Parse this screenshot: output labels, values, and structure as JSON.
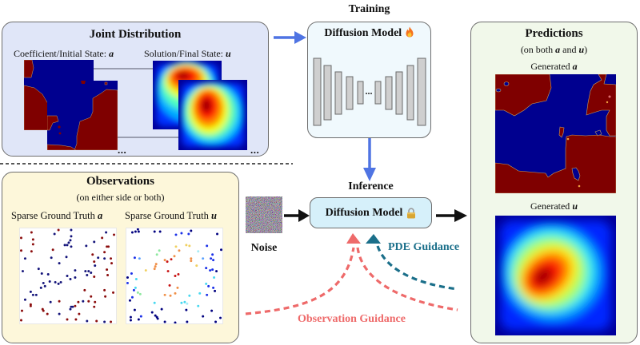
{
  "training": {
    "heading": "Training",
    "model_title": "Diffusion Model",
    "model_icon": "fire-icon",
    "unet_ellipsis": "...",
    "unet_bars": [
      [
        392,
        73,
        9,
        84
      ],
      [
        405,
        82,
        9,
        68
      ],
      [
        419,
        90,
        8,
        53
      ],
      [
        433,
        96,
        8,
        41
      ],
      [
        447,
        102,
        7,
        28
      ],
      [
        469,
        102,
        7,
        28
      ],
      [
        482,
        96,
        8,
        41
      ],
      [
        495,
        90,
        8,
        53
      ],
      [
        509,
        82,
        8,
        68
      ],
      [
        522,
        73,
        10,
        84
      ]
    ]
  },
  "joint": {
    "title": "Joint Distribution",
    "label_a_prefix": "Coefficient/Initial State: ",
    "label_a_var": "a",
    "label_u_prefix": "Solution/Final State: ",
    "label_u_var": "u",
    "ellipsis_a": "...",
    "ellipsis_u": "..."
  },
  "observations": {
    "title": "Observations",
    "subtitle": "(on either side or both)",
    "sparse_a": {
      "label_prefix": "Sparse Ground Truth ",
      "label_var": "a",
      "palette": {
        "r": "#8b0d0d",
        "b": "#14147a"
      },
      "points": [
        [
          14,
          5,
          "r"
        ],
        [
          48,
          2,
          "r"
        ],
        [
          64,
          2,
          "b"
        ],
        [
          1,
          12,
          "r"
        ],
        [
          16,
          14,
          "r"
        ],
        [
          43,
          7,
          "b"
        ],
        [
          64,
          10,
          "b"
        ],
        [
          63,
          15,
          "b"
        ],
        [
          61,
          18,
          "b"
        ],
        [
          56,
          21,
          "b"
        ],
        [
          59,
          21,
          "b"
        ],
        [
          64,
          23,
          "b"
        ],
        [
          16,
          20,
          "r"
        ],
        [
          41,
          27,
          "r"
        ],
        [
          1,
          28,
          "r"
        ],
        [
          14,
          29,
          "r"
        ],
        [
          6,
          38,
          "b"
        ],
        [
          39,
          37,
          "b"
        ],
        [
          58,
          36,
          "b"
        ],
        [
          83,
          22,
          "b"
        ],
        [
          93,
          17,
          "b"
        ],
        [
          103,
          12,
          "r"
        ],
        [
          108,
          5,
          "b"
        ],
        [
          118,
          8,
          "r"
        ],
        [
          109,
          23,
          "r"
        ],
        [
          111,
          23,
          "r"
        ],
        [
          106,
          30,
          "r"
        ],
        [
          91,
          33,
          "r"
        ],
        [
          98,
          37,
          "b"
        ],
        [
          106,
          38,
          "b"
        ],
        [
          114,
          38,
          "r"
        ],
        [
          93,
          42,
          "r"
        ],
        [
          94,
          47,
          "b"
        ],
        [
          115,
          44,
          "r"
        ],
        [
          49,
          44,
          "b"
        ],
        [
          23,
          51,
          "b"
        ],
        [
          27,
          57,
          "b"
        ],
        [
          3,
          54,
          "b"
        ],
        [
          35,
          58,
          "b"
        ],
        [
          59,
          60,
          "b"
        ],
        [
          63,
          64,
          "b"
        ],
        [
          69,
          62,
          "b"
        ],
        [
          69,
          53,
          "b"
        ],
        [
          82,
          54,
          "b"
        ],
        [
          86,
          54,
          "b"
        ],
        [
          89,
          56,
          "b"
        ],
        [
          84,
          59,
          "b"
        ],
        [
          93,
          61,
          "r"
        ],
        [
          109,
          52,
          "r"
        ],
        [
          110,
          59,
          "r"
        ],
        [
          29,
          69,
          "b"
        ],
        [
          37,
          67,
          "b"
        ],
        [
          44,
          68,
          "b"
        ],
        [
          48,
          70,
          "b"
        ],
        [
          51,
          68,
          "b"
        ],
        [
          26,
          75,
          "b"
        ],
        [
          31,
          73,
          "b"
        ],
        [
          13,
          80,
          "b"
        ],
        [
          16,
          84,
          "b"
        ],
        [
          20,
          84,
          "b"
        ],
        [
          6,
          90,
          "b"
        ],
        [
          13,
          96,
          "r"
        ],
        [
          13,
          98,
          "r"
        ],
        [
          2,
          104,
          "r"
        ],
        [
          28,
          102,
          "r"
        ],
        [
          29,
          104,
          "r"
        ],
        [
          38,
          93,
          "b"
        ],
        [
          49,
          92,
          "r"
        ],
        [
          64,
          99,
          "b"
        ],
        [
          66,
          99,
          "b"
        ],
        [
          63,
          102,
          "b"
        ],
        [
          69,
          98,
          "r"
        ],
        [
          73,
          93,
          "r"
        ],
        [
          79,
          92,
          "b"
        ],
        [
          86,
          92,
          "r"
        ],
        [
          94,
          93,
          "r"
        ],
        [
          81,
          78,
          "r"
        ],
        [
          89,
          86,
          "r"
        ],
        [
          106,
          78,
          "r"
        ],
        [
          107,
          86,
          "r"
        ],
        [
          117,
          81,
          "r"
        ],
        [
          93,
          99,
          "r"
        ],
        [
          74,
          108,
          "r"
        ],
        [
          49,
          108,
          "b"
        ],
        [
          34,
          108,
          "r"
        ],
        [
          1,
          116,
          "r"
        ],
        [
          59,
          115,
          "r"
        ],
        [
          70,
          115,
          "r"
        ],
        [
          84,
          117,
          "b"
        ],
        [
          96,
          117,
          "r"
        ],
        [
          106,
          118,
          "b"
        ],
        [
          114,
          118,
          "r"
        ]
      ]
    },
    "sparse_u": {
      "label_prefix": "Sparse Ground Truth ",
      "label_var": "u",
      "palette": {
        "n": "#00007f",
        "b": "#1a30e8",
        "l": "#5aa0ff",
        "c": "#48d8f0",
        "k": "#a6ecf6",
        "g": "#8ee8a0",
        "y": "#f0d060",
        "o": "#f09048",
        "r": "#c81414"
      },
      "points": [
        [
          7,
          5,
          "n"
        ],
        [
          11,
          4,
          "n"
        ],
        [
          15,
          4,
          "n"
        ],
        [
          14,
          1,
          "n"
        ],
        [
          35,
          4,
          "n"
        ],
        [
          42,
          4,
          "n"
        ],
        [
          62,
          8,
          "b"
        ],
        [
          69,
          6,
          "b"
        ],
        [
          78,
          7,
          "b"
        ],
        [
          81,
          3,
          "n"
        ],
        [
          114,
          7,
          "n"
        ],
        [
          119,
          27,
          "n"
        ],
        [
          10,
          37,
          "b"
        ],
        [
          16,
          38,
          "l"
        ],
        [
          41,
          28,
          "g"
        ],
        [
          38,
          33,
          "g"
        ],
        [
          62,
          23,
          "y"
        ],
        [
          66,
          28,
          "o"
        ],
        [
          75,
          21,
          "y"
        ],
        [
          79,
          22,
          "y"
        ],
        [
          90,
          29,
          "k"
        ],
        [
          101,
          22,
          "b"
        ],
        [
          108,
          33,
          "b"
        ],
        [
          106,
          38,
          "b"
        ],
        [
          109,
          40,
          "b"
        ],
        [
          96,
          38,
          "l"
        ],
        [
          60,
          35,
          "o"
        ],
        [
          56,
          39,
          "r"
        ],
        [
          48,
          40,
          "o"
        ],
        [
          51,
          42,
          "r"
        ],
        [
          37,
          45,
          "o"
        ],
        [
          36,
          48,
          "o"
        ],
        [
          35,
          51,
          "o"
        ],
        [
          81,
          38,
          "o"
        ],
        [
          81,
          41,
          "o"
        ],
        [
          88,
          47,
          "y"
        ],
        [
          100,
          50,
          "b"
        ],
        [
          105,
          53,
          "b"
        ],
        [
          108,
          52,
          "b"
        ],
        [
          113,
          54,
          "n"
        ],
        [
          110,
          62,
          "c"
        ],
        [
          24,
          53,
          "y"
        ],
        [
          52,
          54,
          "r"
        ],
        [
          61,
          60,
          "r"
        ],
        [
          65,
          58,
          "r"
        ],
        [
          6,
          57,
          "b"
        ],
        [
          1,
          62,
          "n"
        ],
        [
          1,
          69,
          "b"
        ],
        [
          12,
          64,
          "c"
        ],
        [
          54,
          72,
          "r"
        ],
        [
          48,
          84,
          "o"
        ],
        [
          55,
          85,
          "o"
        ],
        [
          61,
          82,
          "o"
        ],
        [
          64,
          75,
          "o"
        ],
        [
          11,
          75,
          "c"
        ],
        [
          14,
          81,
          "g"
        ],
        [
          17,
          83,
          "g"
        ],
        [
          9,
          78,
          "b"
        ],
        [
          100,
          70,
          "c"
        ],
        [
          103,
          73,
          "b"
        ],
        [
          109,
          75,
          "b"
        ],
        [
          111,
          79,
          "n"
        ],
        [
          101,
          84,
          "b"
        ],
        [
          92,
          82,
          "c"
        ],
        [
          79,
          85,
          "c"
        ],
        [
          69,
          94,
          "c"
        ],
        [
          73,
          93,
          "c"
        ],
        [
          76,
          95,
          "k"
        ],
        [
          90,
          98,
          "c"
        ],
        [
          35,
          94,
          "c"
        ],
        [
          7,
          87,
          "b"
        ],
        [
          4,
          91,
          "n"
        ],
        [
          10,
          103,
          "n"
        ],
        [
          18,
          111,
          "b"
        ],
        [
          32,
          106,
          "n"
        ],
        [
          36,
          110,
          "n"
        ],
        [
          38,
          112,
          "n"
        ],
        [
          39,
          114,
          "n"
        ],
        [
          44,
          102,
          "n"
        ],
        [
          75,
          103,
          "n"
        ],
        [
          96,
          111,
          "n"
        ],
        [
          107,
          104,
          "n"
        ],
        [
          118,
          113,
          "n"
        ],
        [
          5,
          112,
          "n"
        ],
        [
          5,
          116,
          "n"
        ],
        [
          15,
          115,
          "n"
        ],
        [
          48,
          118,
          "n"
        ],
        [
          61,
          119,
          "n"
        ],
        [
          76,
          118,
          "n"
        ],
        [
          112,
          118,
          "n"
        ]
      ]
    }
  },
  "inference": {
    "heading": "Inference",
    "model_title": "Diffusion Model",
    "model_icon": "lock-icon",
    "noise_label": "Noise"
  },
  "guidance": {
    "pde_label": "PDE Guidance",
    "observation_label": "Observation Guidance"
  },
  "predictions": {
    "title": "Predictions",
    "subtitle_prefix": "(on both ",
    "subtitle_var_a": "a",
    "subtitle_mid": " and ",
    "subtitle_var_u": "u",
    "subtitle_suffix": ")",
    "generated_a_prefix": "Generated ",
    "generated_a_var": "a",
    "generated_u_prefix": "Generated ",
    "generated_u_var": "u"
  },
  "colors": {
    "joint_bg": "#e0e6f8",
    "observations_bg": "#fdf7da",
    "predictions_bg": "#f1f8ea",
    "training_bg": "#f0f9fd",
    "inference_bg": "#d6f0fa",
    "flow_arrow_blue": "#4f74e3",
    "observation_guidance": "#ee6a6a",
    "pde_guidance": "#1b6f8a",
    "field_red": "#7f0000",
    "field_blue": "#00008f"
  }
}
